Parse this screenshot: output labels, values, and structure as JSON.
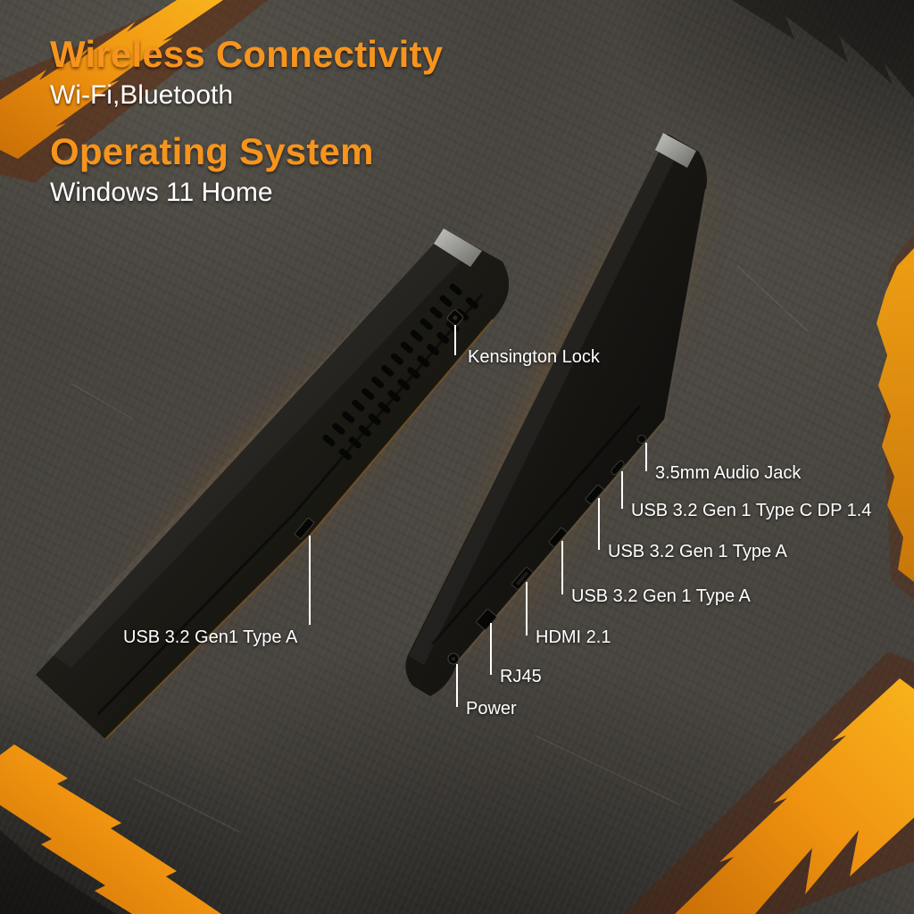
{
  "sections": [
    {
      "title": "Wireless Connectivity",
      "subtitle": "Wi-Fi,Bluetooth"
    },
    {
      "title": "Operating System",
      "subtitle": "Windows 11 Home"
    }
  ],
  "callouts": [
    {
      "id": "kensington-lock",
      "label": "Kensington Lock"
    },
    {
      "id": "usb-gen1-type-a-left",
      "label": "USB 3.2 Gen1 Type A"
    },
    {
      "id": "audio-jack",
      "label": "3.5mm Audio Jack"
    },
    {
      "id": "usb-type-c",
      "label": "USB 3.2 Gen 1 Type C DP 1.4"
    },
    {
      "id": "usb-type-a-1",
      "label": "USB 3.2 Gen 1 Type A"
    },
    {
      "id": "usb-type-a-2",
      "label": "USB 3.2 Gen 1 Type A"
    },
    {
      "id": "hdmi",
      "label": "HDMI 2.1"
    },
    {
      "id": "rj45",
      "label": "RJ45"
    },
    {
      "id": "power",
      "label": "Power"
    }
  ],
  "colors": {
    "accent_orange": "#F6941D",
    "label_text": "#FFFFFF",
    "background": "#45423D"
  }
}
